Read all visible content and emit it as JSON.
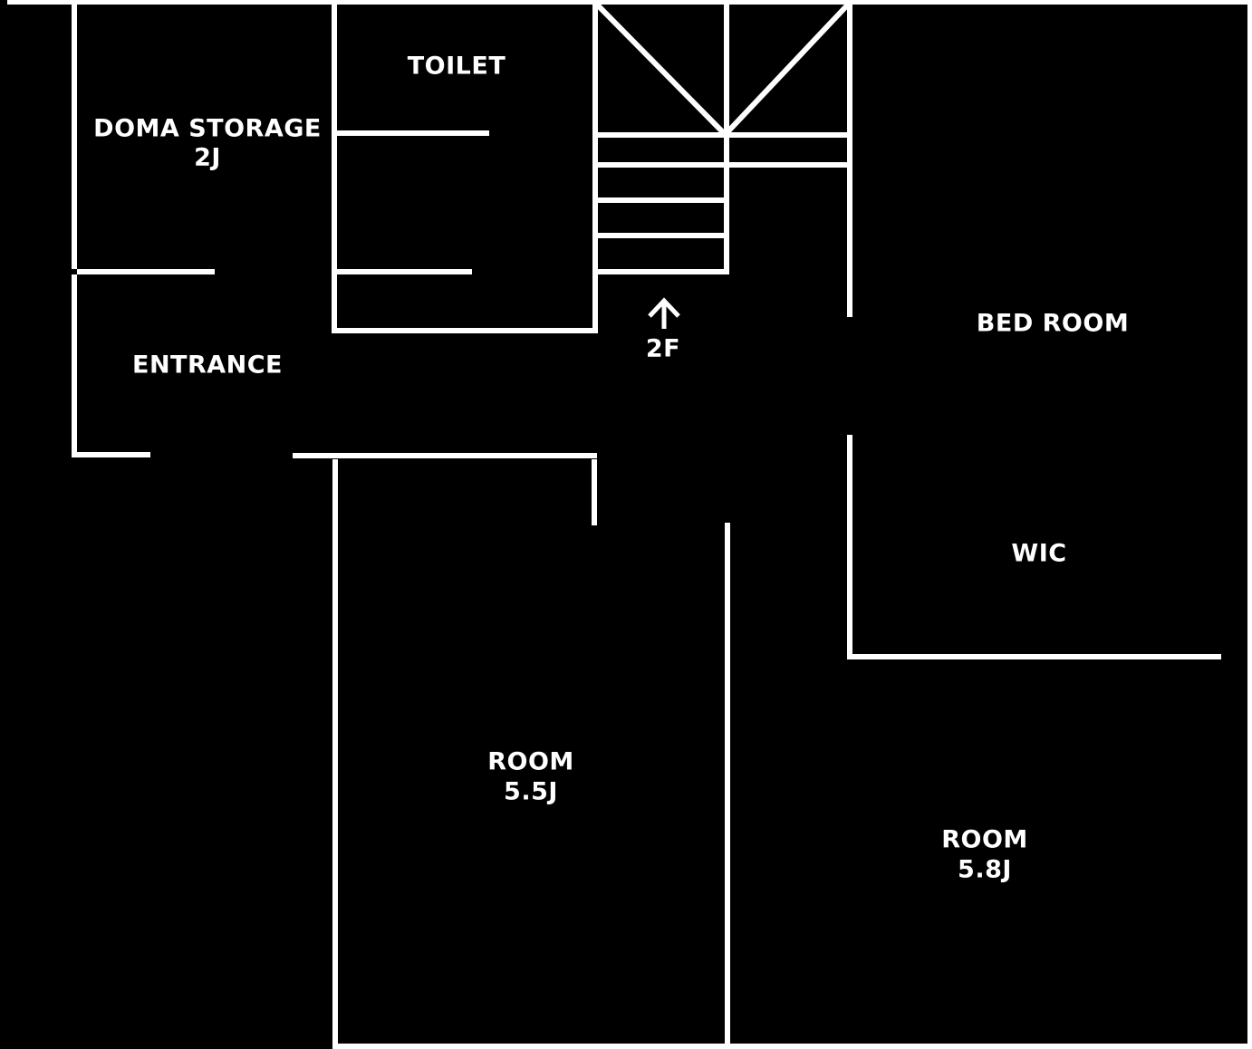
{
  "floorplan": {
    "colors": {
      "background": "#000000",
      "line": "#ffffff",
      "text": "#ffffff"
    },
    "labels": {
      "doma_storage_name": "DOMA STORAGE",
      "doma_storage_size": "2J",
      "toilet": "TOILET",
      "entrance": "ENTRANCE",
      "stairs_floor": "2F",
      "bed_room": "BED ROOM",
      "wic": "WIC",
      "room_55_name": "ROOM",
      "room_55_size": "5.5J",
      "room_58_name": "ROOM",
      "room_58_size": "5.8J"
    }
  }
}
